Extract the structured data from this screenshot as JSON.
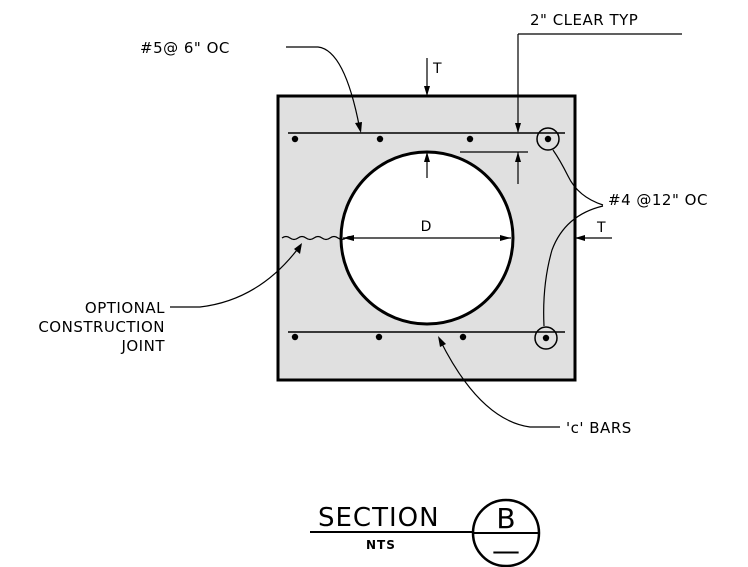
{
  "labels": {
    "clear": "2\" CLEAR TYP",
    "top_bars": "#5@ 6\" OC",
    "side_bars": "#4 @12\" OC",
    "joint_line1": "OPTIONAL",
    "joint_line2": "CONSTRUCTION",
    "joint_line3": "JOINT",
    "c_bars": "'c' BARS",
    "dim_t_top": "T",
    "dim_t_side": "T",
    "dim_d": "D"
  },
  "title": {
    "main": "SECTION",
    "scale": "NTS",
    "symbol_letter": "B",
    "symbol_sheet": "—"
  },
  "colors": {
    "concrete": "#e0e0e0",
    "line": "#000000"
  }
}
